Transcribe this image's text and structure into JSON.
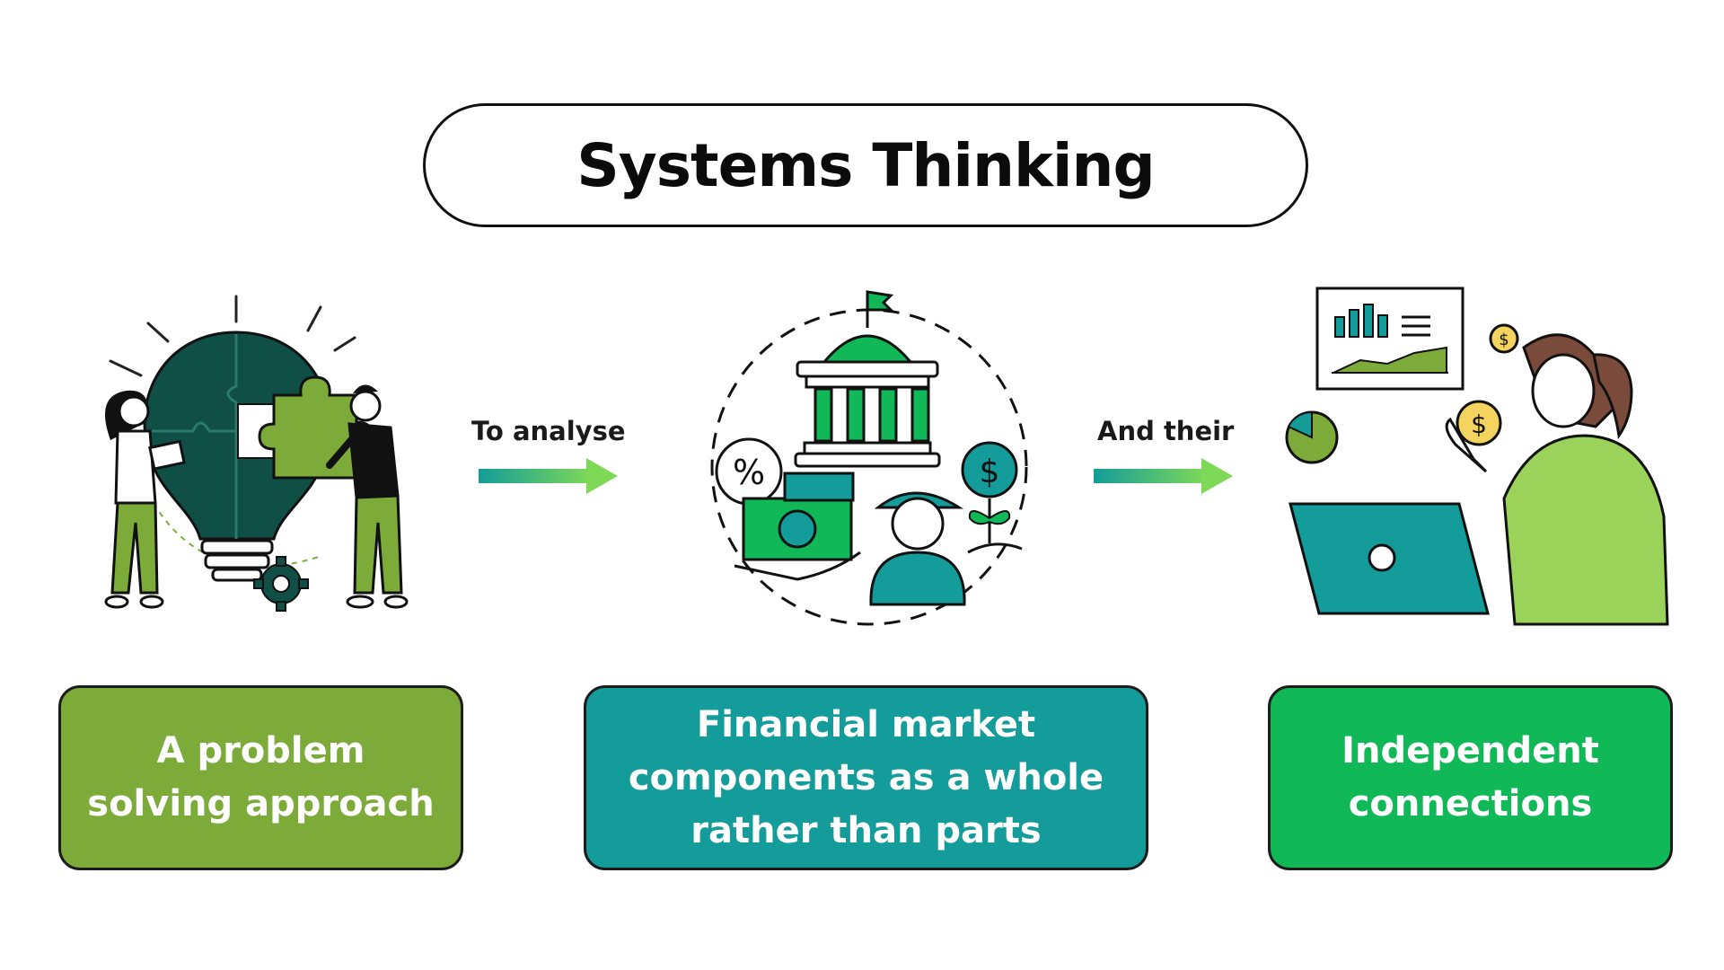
{
  "title": "Systems Thinking",
  "connectors": [
    {
      "label": "To analyse"
    },
    {
      "label": "And their"
    }
  ],
  "boxes": [
    {
      "text": "A problem\nsolving approach",
      "color": "#7cab3a"
    },
    {
      "text": "Financial market\ncomponents as a whole\nrather than parts",
      "color": "#139c99"
    },
    {
      "text": "Independent\nconnections",
      "color": "#10b857"
    }
  ],
  "colors": {
    "dark_teal": "#0f4f46",
    "teal": "#139c99",
    "green": "#10b857",
    "lime": "#7cab3a"
  },
  "icons": [
    "puzzle-lightbulb-illustration",
    "financial-market-illustration",
    "woman-laptop-illustration"
  ]
}
